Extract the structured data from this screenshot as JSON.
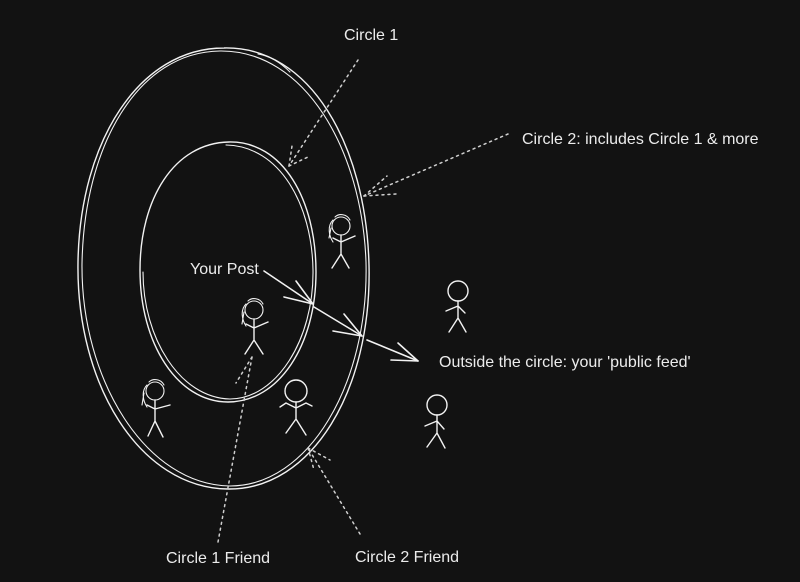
{
  "labels": {
    "circle1": "Circle 1",
    "circle2": "Circle 2: includes Circle 1 & more",
    "your_post": "Your Post",
    "outside": "Outside the circle: your 'public feed'",
    "circle1_friend": "Circle 1 Friend",
    "circle2_friend": "Circle 2 Friend"
  },
  "colors": {
    "background": "#121212",
    "stroke": "#f2f2f2",
    "text": "#ececec"
  },
  "figures": [
    {
      "name": "figure-circle2-top",
      "style": "long-hair"
    },
    {
      "name": "figure-circle1-center",
      "style": "long-hair"
    },
    {
      "name": "figure-circle2-left",
      "style": "long-hair"
    },
    {
      "name": "figure-circle2-bottom",
      "style": "round-head"
    },
    {
      "name": "figure-outside-top",
      "style": "short-hair"
    },
    {
      "name": "figure-outside-bottom",
      "style": "short-hair"
    }
  ]
}
